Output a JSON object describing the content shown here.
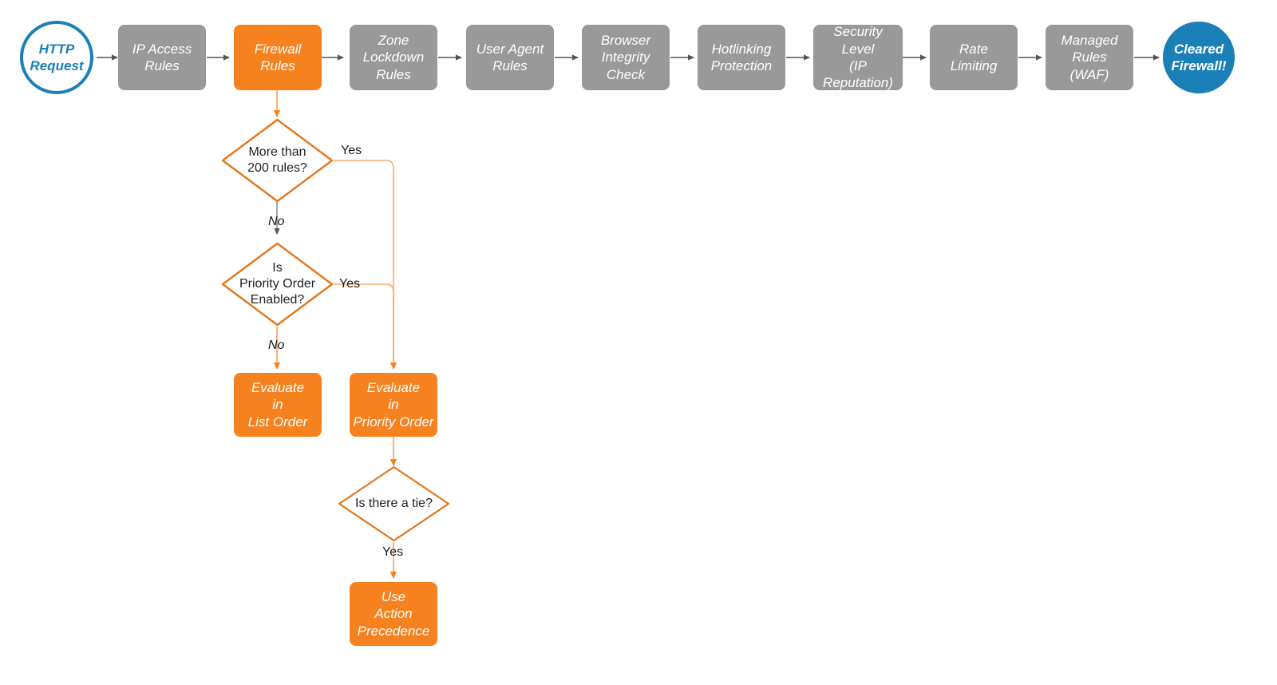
{
  "diagram": {
    "title": "Cloudflare firewall request evaluation order flowchart",
    "colors": {
      "orange": "#F6821F",
      "orange_light": "#F9A96A",
      "grey": "#999999",
      "blue": "#1B7FB8",
      "arrow_grey": "#555555",
      "text_dark": "#222222"
    },
    "pipeline": [
      {
        "id": "http-request",
        "label": "HTTP\nRequest",
        "shape": "circle",
        "style": "start"
      },
      {
        "id": "ip-access-rules",
        "label": "IP Access\nRules",
        "shape": "box",
        "style": "grey"
      },
      {
        "id": "firewall-rules",
        "label": "Firewall\nRules",
        "shape": "box",
        "style": "orange"
      },
      {
        "id": "zone-lockdown-rules",
        "label": "Zone\nLockdown\nRules",
        "shape": "box",
        "style": "grey"
      },
      {
        "id": "user-agent-rules",
        "label": "User Agent\nRules",
        "shape": "box",
        "style": "grey"
      },
      {
        "id": "browser-integrity-check",
        "label": "Browser\nIntegrity\nCheck",
        "shape": "box",
        "style": "grey"
      },
      {
        "id": "hotlinking-protection",
        "label": "Hotlinking\nProtection",
        "shape": "box",
        "style": "grey"
      },
      {
        "id": "security-level",
        "label": "Security\nLevel\n(IP Reputation)",
        "shape": "box",
        "style": "grey"
      },
      {
        "id": "rate-limiting",
        "label": "Rate\nLimiting",
        "shape": "box",
        "style": "grey"
      },
      {
        "id": "managed-rules-waf",
        "label": "Managed\nRules\n(WAF)",
        "shape": "box",
        "style": "grey"
      },
      {
        "id": "cleared-firewall",
        "label": "Cleared\nFirewall!",
        "shape": "circle",
        "style": "end"
      }
    ],
    "decisions": [
      {
        "id": "more-than-200-rules",
        "label": "More than\n200 rules?"
      },
      {
        "id": "is-priority-order-enabled",
        "label": "Is\nPriority Order\nEnabled?"
      },
      {
        "id": "is-there-a-tie",
        "label": "Is there a tie?"
      }
    ],
    "outcomes": [
      {
        "id": "evaluate-in-list-order",
        "label": "Evaluate\nin\nList Order"
      },
      {
        "id": "evaluate-in-priority-order",
        "label": "Evaluate\nin\nPriority Order"
      },
      {
        "id": "use-action-precedence",
        "label": "Use\nAction\nPrecedence"
      }
    ],
    "edge_labels": {
      "yes_200_rules": "Yes",
      "no_200_rules": "No",
      "yes_priority_order": "Yes",
      "no_priority_order": "No",
      "yes_tie": "Yes"
    }
  }
}
